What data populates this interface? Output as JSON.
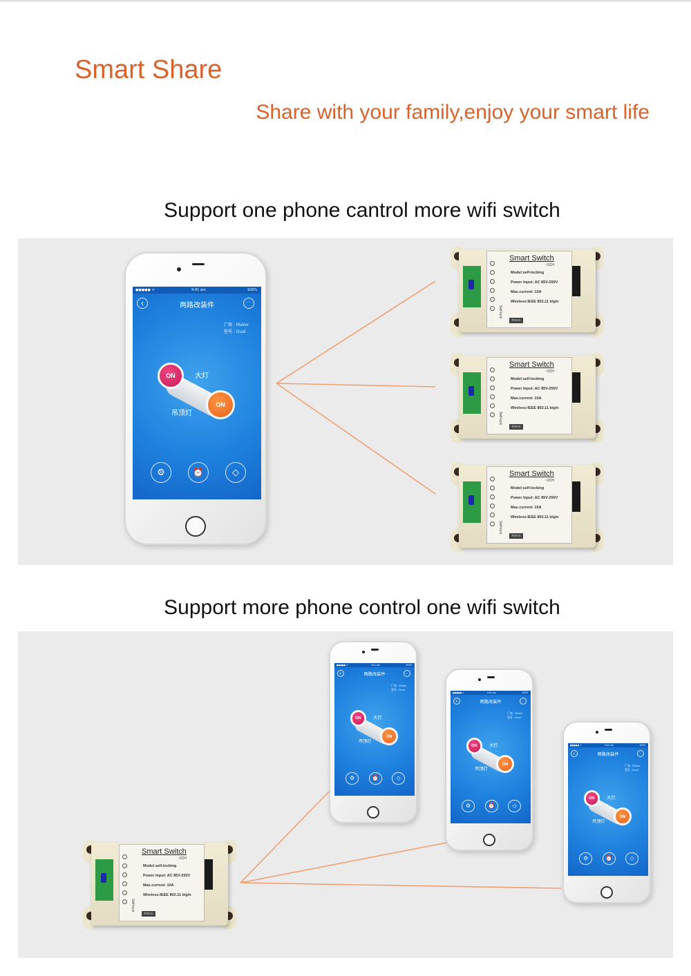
{
  "header": {
    "title": "Smart Share",
    "subtitle": "Share with your family,enjoy your smart life"
  },
  "section1": {
    "heading": "Support one phone cantrol more wifi switch"
  },
  "section2": {
    "heading": "Support more phone control one wifi switch"
  },
  "phone_ui": {
    "status_carrier": "●●●●● ᯤ",
    "status_time": "9:41 am",
    "status_battery": "100%",
    "screen_title": "两路改装件",
    "maker_line1": "厂商 : Maker",
    "maker_line2": "型号 : Dual",
    "on_label": "ON",
    "light1_label": "大灯",
    "light2_label": "吊顶灯",
    "icons": [
      "settings-icon",
      "alarm-clock-icon",
      "tag-icon"
    ]
  },
  "switch_label": {
    "name": "Smart Switch",
    "model_suffix": "~2CH",
    "line1": "Model:self-locking",
    "line2": "Power Input:  AC 85V-250V",
    "line3": "Max.current:  10A",
    "line4": "Wireless:IEEE 802.11 b/g/n",
    "side_text": "Self-lock",
    "badge": "ROHS"
  },
  "colors": {
    "accent_orange": "#d9622b",
    "line_orange": "#f0a070",
    "panel_bg": "#ebebeb"
  }
}
